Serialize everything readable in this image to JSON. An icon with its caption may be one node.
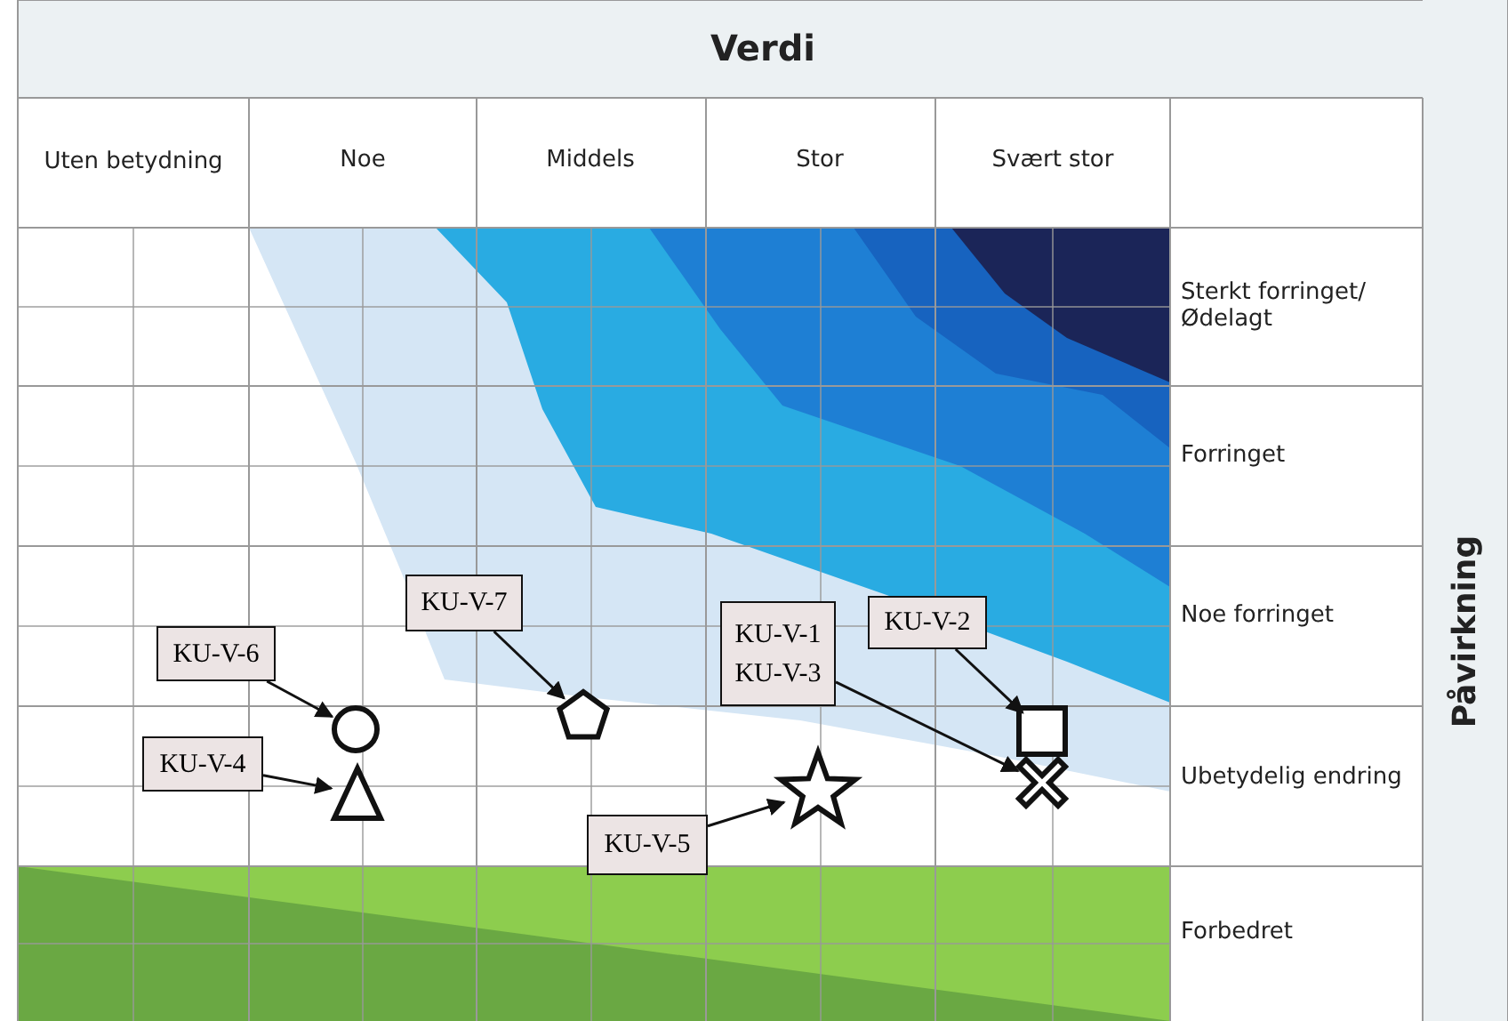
{
  "diagram": {
    "nodes": [
      {
        "text": [
          "KU-V-7"
        ]
      },
      {
        "text": [
          "KU-V-2"
        ]
      },
      {
        "text": [
          "KU-V-1",
          "KU-V-3"
        ]
      },
      {
        "text": [
          "KU-V-6"
        ]
      },
      {
        "text": [],
        "shape": "circle"
      },
      {
        "text": [],
        "shape": "pentagon"
      },
      {
        "text": [],
        "shape": "square"
      },
      {
        "text": [
          "KU-V-4"
        ]
      },
      {
        "text": [],
        "shape": "cross"
      },
      {
        "text": [],
        "shape": "triangle"
      },
      {
        "text": [],
        "shape": "star"
      },
      {
        "text": [
          "KU-V-5"
        ]
      }
    ],
    "edges": [
      {
        "from": 3,
        "to": 4,
        "arrow": "to"
      },
      {
        "from": 7,
        "to": 9,
        "arrow": "to"
      },
      {
        "from": 0,
        "to": 5,
        "arrow": "to"
      },
      {
        "from": 11,
        "to": 10,
        "arrow": "to"
      },
      {
        "from": 2,
        "to": 8,
        "arrow": "to"
      },
      {
        "from": 1,
        "to": 6,
        "arrow": "to"
      }
    ],
    "labels": [
      "Verdi",
      "Uten betydning",
      "Noe",
      "Middels",
      "Stor",
      "Svært stor",
      "Sterkt forringet/ Ødelagt",
      "Forringet",
      "Påvirkning",
      "Noe forringet",
      "Ubetydelig endring",
      "Forbedret"
    ]
  }
}
